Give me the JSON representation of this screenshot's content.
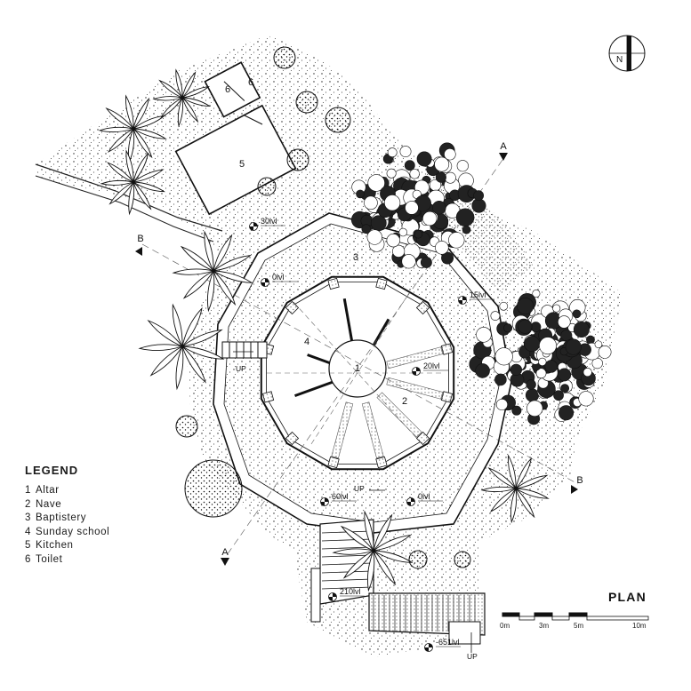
{
  "legend": {
    "title": "LEGEND",
    "items": [
      {
        "num": "1",
        "label": "Altar"
      },
      {
        "num": "2",
        "label": "Nave"
      },
      {
        "num": "3",
        "label": "Baptistery"
      },
      {
        "num": "4",
        "label": "Sunday school"
      },
      {
        "num": "5",
        "label": "Kitchen"
      },
      {
        "num": "6",
        "label": "Toilet"
      }
    ]
  },
  "plan_title": "PLAN",
  "north_label": "N",
  "scale_labels": [
    "0m",
    "3m",
    "5m",
    "10m"
  ],
  "room_numbers": {
    "altar": "1",
    "nave": "2",
    "baptistery": "3",
    "sunday_school": "4",
    "kitchen": "5",
    "toilet_left": "6",
    "toilet_right": "6"
  },
  "section_marks": {
    "a_top": "A",
    "a_bottom": "A",
    "b_left": "B",
    "b_right": "B"
  },
  "levels": {
    "kitchen": "30lvl",
    "entrance": "0lvl",
    "baptistery": "15lvl",
    "nave": "20lvl",
    "porch": "60lvl",
    "yard": "0lvl",
    "stair": "210lvl",
    "base": "-651lvl"
  },
  "up_labels": {
    "west": "UP",
    "south": "UP",
    "bottom": "UP"
  }
}
